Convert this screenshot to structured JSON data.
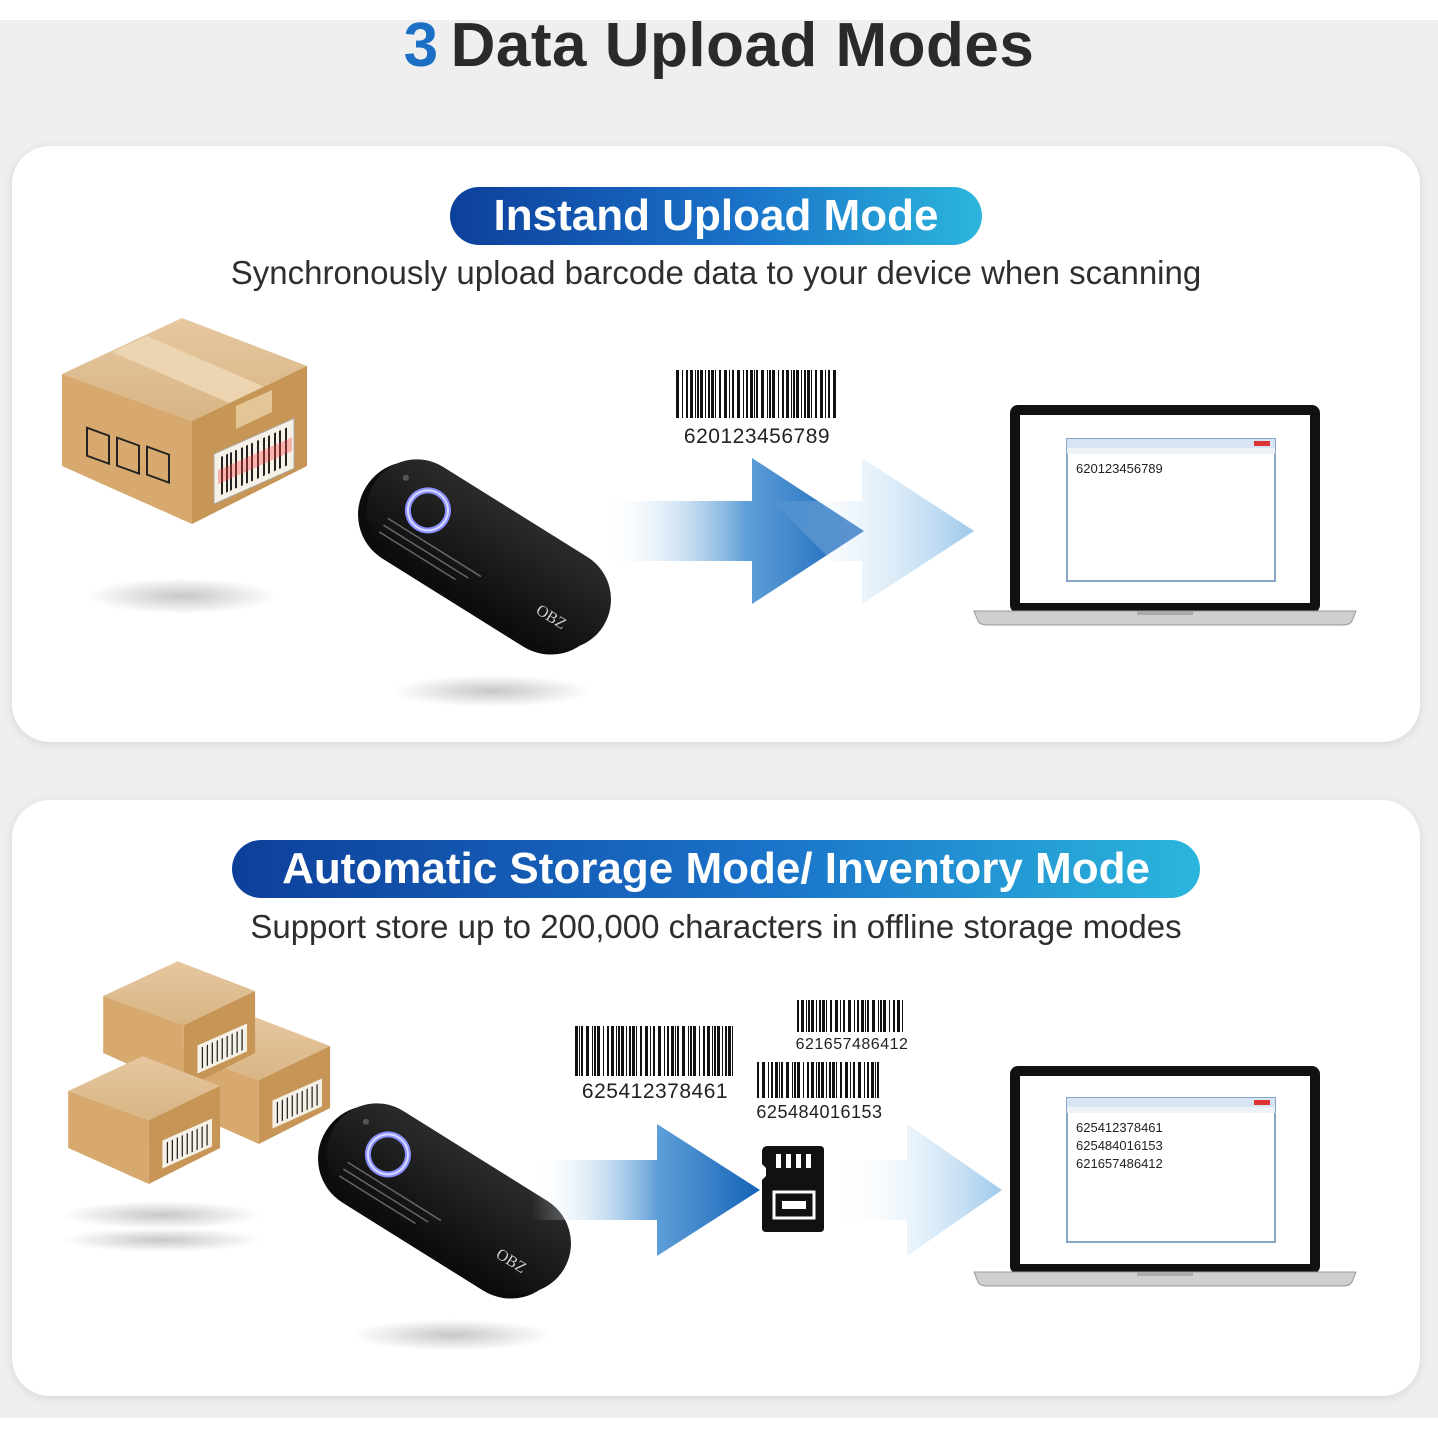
{
  "title": {
    "number": "3",
    "text": "Data Upload Modes"
  },
  "modes": [
    {
      "name": "Instand Upload Mode",
      "description": "Synchronously upload barcode data to your device when scanning",
      "barcodes": [
        "620123456789"
      ],
      "screen_lines": [
        "620123456789"
      ]
    },
    {
      "name": "Automatic Storage Mode/ Inventory Mode",
      "description": "Support store up to 200,000 characters in offline storage modes",
      "barcodes": [
        "625412378461",
        "621657486412",
        "625484016153"
      ],
      "screen_lines": [
        "625412378461",
        "625484016153",
        "621657486412"
      ]
    }
  ],
  "scanner_brand": "OBZ",
  "icons": [
    "cardboard-box",
    "barcode-scanner",
    "arrow-right",
    "laptop",
    "sd-card",
    "barcode"
  ],
  "colors": {
    "accent_dark": "#0d3f9a",
    "accent_mid": "#1a72c9",
    "accent_light": "#2bb6dc",
    "title_number": "#1b6fc4"
  }
}
